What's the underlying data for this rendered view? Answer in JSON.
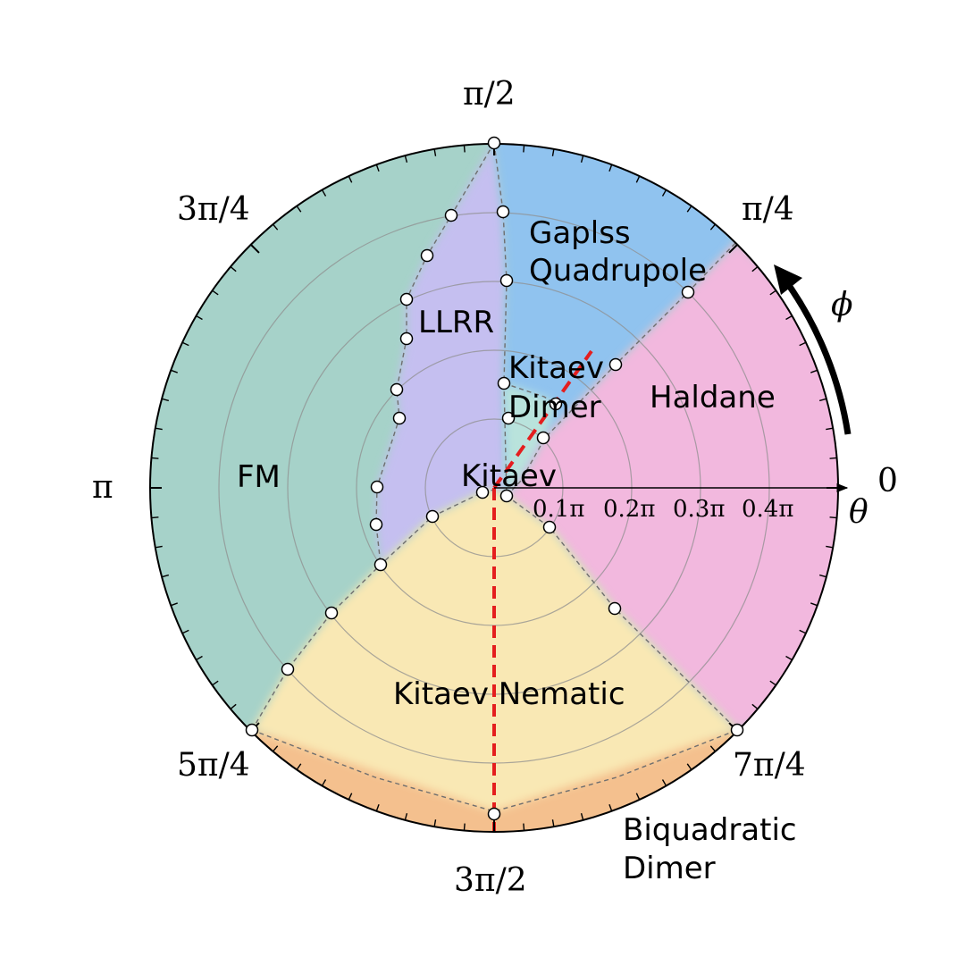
{
  "colors": {
    "fm": "#a6d2c9",
    "llrr": "#c5bff0",
    "gapless": "#90c3ef",
    "haldane": "#f2b8de",
    "nematic": "#f9e8b4",
    "biquadratic": "#f4c08e",
    "kitaev_dimer": "#b9e3dc",
    "red_dash": "#e41e1e"
  },
  "angle_labels": [
    {
      "id": "0",
      "text": "0"
    },
    {
      "id": "pi4",
      "text": "π/4"
    },
    {
      "id": "pi2",
      "text": "π/2"
    },
    {
      "id": "3pi4",
      "text": "3π/4"
    },
    {
      "id": "pi",
      "text": "π"
    },
    {
      "id": "5pi4",
      "text": "5π/4"
    },
    {
      "id": "3pi2",
      "text": "3π/2"
    },
    {
      "id": "7pi4",
      "text": "7π/4"
    }
  ],
  "radial_ticks": [
    "0.1π",
    "0.2π",
    "0.3π",
    "0.4π"
  ],
  "axes": {
    "theta_symbol": "θ",
    "phi_symbol": "ϕ"
  },
  "phases": {
    "fm": "FM",
    "llrr": "LLRR",
    "gapless_line1": "Gaplss",
    "gapless_line2": "Quadrupole",
    "kitaev_dimer_line1": "Kitaev",
    "kitaev_dimer_line2": "Dimer",
    "haldane": "Haldane",
    "kitaev": "Kitaev",
    "kitaev_nematic": "Kitaev Nematic",
    "biquadratic_line1": "Biquadratic",
    "biquadratic_line2": "Dimer"
  }
}
